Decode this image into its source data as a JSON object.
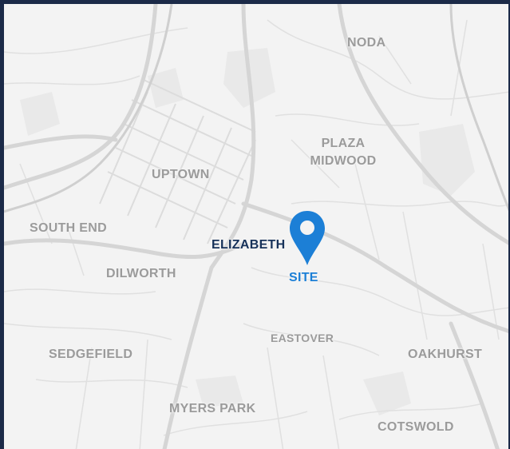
{
  "map": {
    "neighborhoods": {
      "noda": "NODA",
      "plaza_midwood_line1": "PLAZA",
      "plaza_midwood_line2": "MIDWOOD",
      "uptown": "UPTOWN",
      "south_end": "SOUTH END",
      "dilworth": "DILWORTH",
      "eastover": "EASTOVER",
      "oakhurst": "OAKHURST",
      "sedgefield": "SEDGEFIELD",
      "myers_park": "MYERS PARK",
      "cotswold": "COTSWOLD"
    },
    "highlighted_neighborhood": "ELIZABETH",
    "marker": {
      "label": "SITE",
      "icon": "location-pin-icon",
      "color": "#1c7fd6"
    },
    "colors": {
      "frame": "#1b2a48",
      "land": "#f3f3f3",
      "roads": "#d9d9d9",
      "label": "#9b9b9b",
      "highlight_label": "#17325a"
    }
  }
}
